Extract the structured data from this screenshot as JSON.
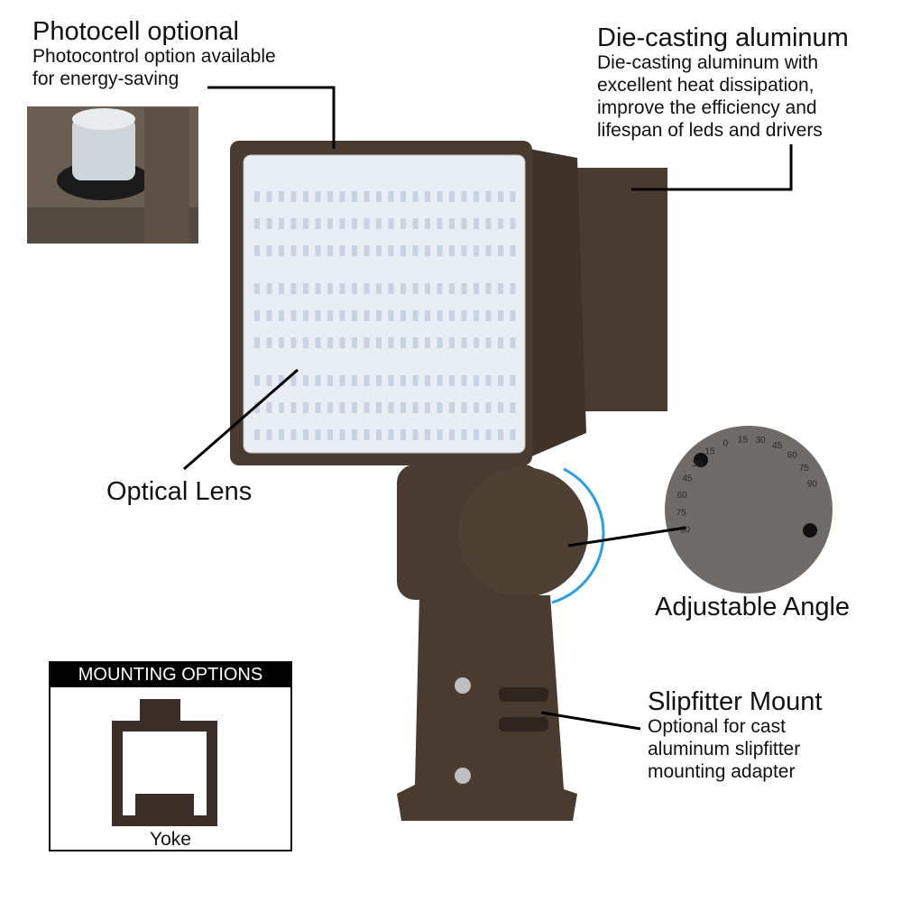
{
  "callouts": {
    "photocell": {
      "title": "Photocell optional",
      "lines": [
        "Photocontrol option available",
        "for energy-saving"
      ]
    },
    "die_casting": {
      "title": "Die-casting aluminum",
      "lines": [
        "Die-casting aluminum with",
        "excellent heat dissipation,",
        "improve the efficiency and",
        "lifespan of leds and drivers"
      ]
    },
    "optical_lens": {
      "title": "Optical Lens"
    },
    "adjustable_angle": {
      "title": "Adjustable Angle"
    },
    "slipfitter": {
      "title": "Slipfitter Mount",
      "lines": [
        "Optional for cast",
        "aluminum slipfitter",
        "mounting adapter"
      ]
    }
  },
  "mounting_options": {
    "title": "MOUNTING OPTIONS",
    "item_label": "Yoke"
  },
  "dial_scale": [
    "90",
    "75",
    "60",
    "45",
    "30",
    "15",
    "0",
    "15",
    "30",
    "45",
    "60",
    "75",
    "90"
  ],
  "colors": {
    "housing": "#4a3b30",
    "lens": "#e9eef4",
    "arrow": "#2a9ee8",
    "dial": "#6e6b69"
  }
}
